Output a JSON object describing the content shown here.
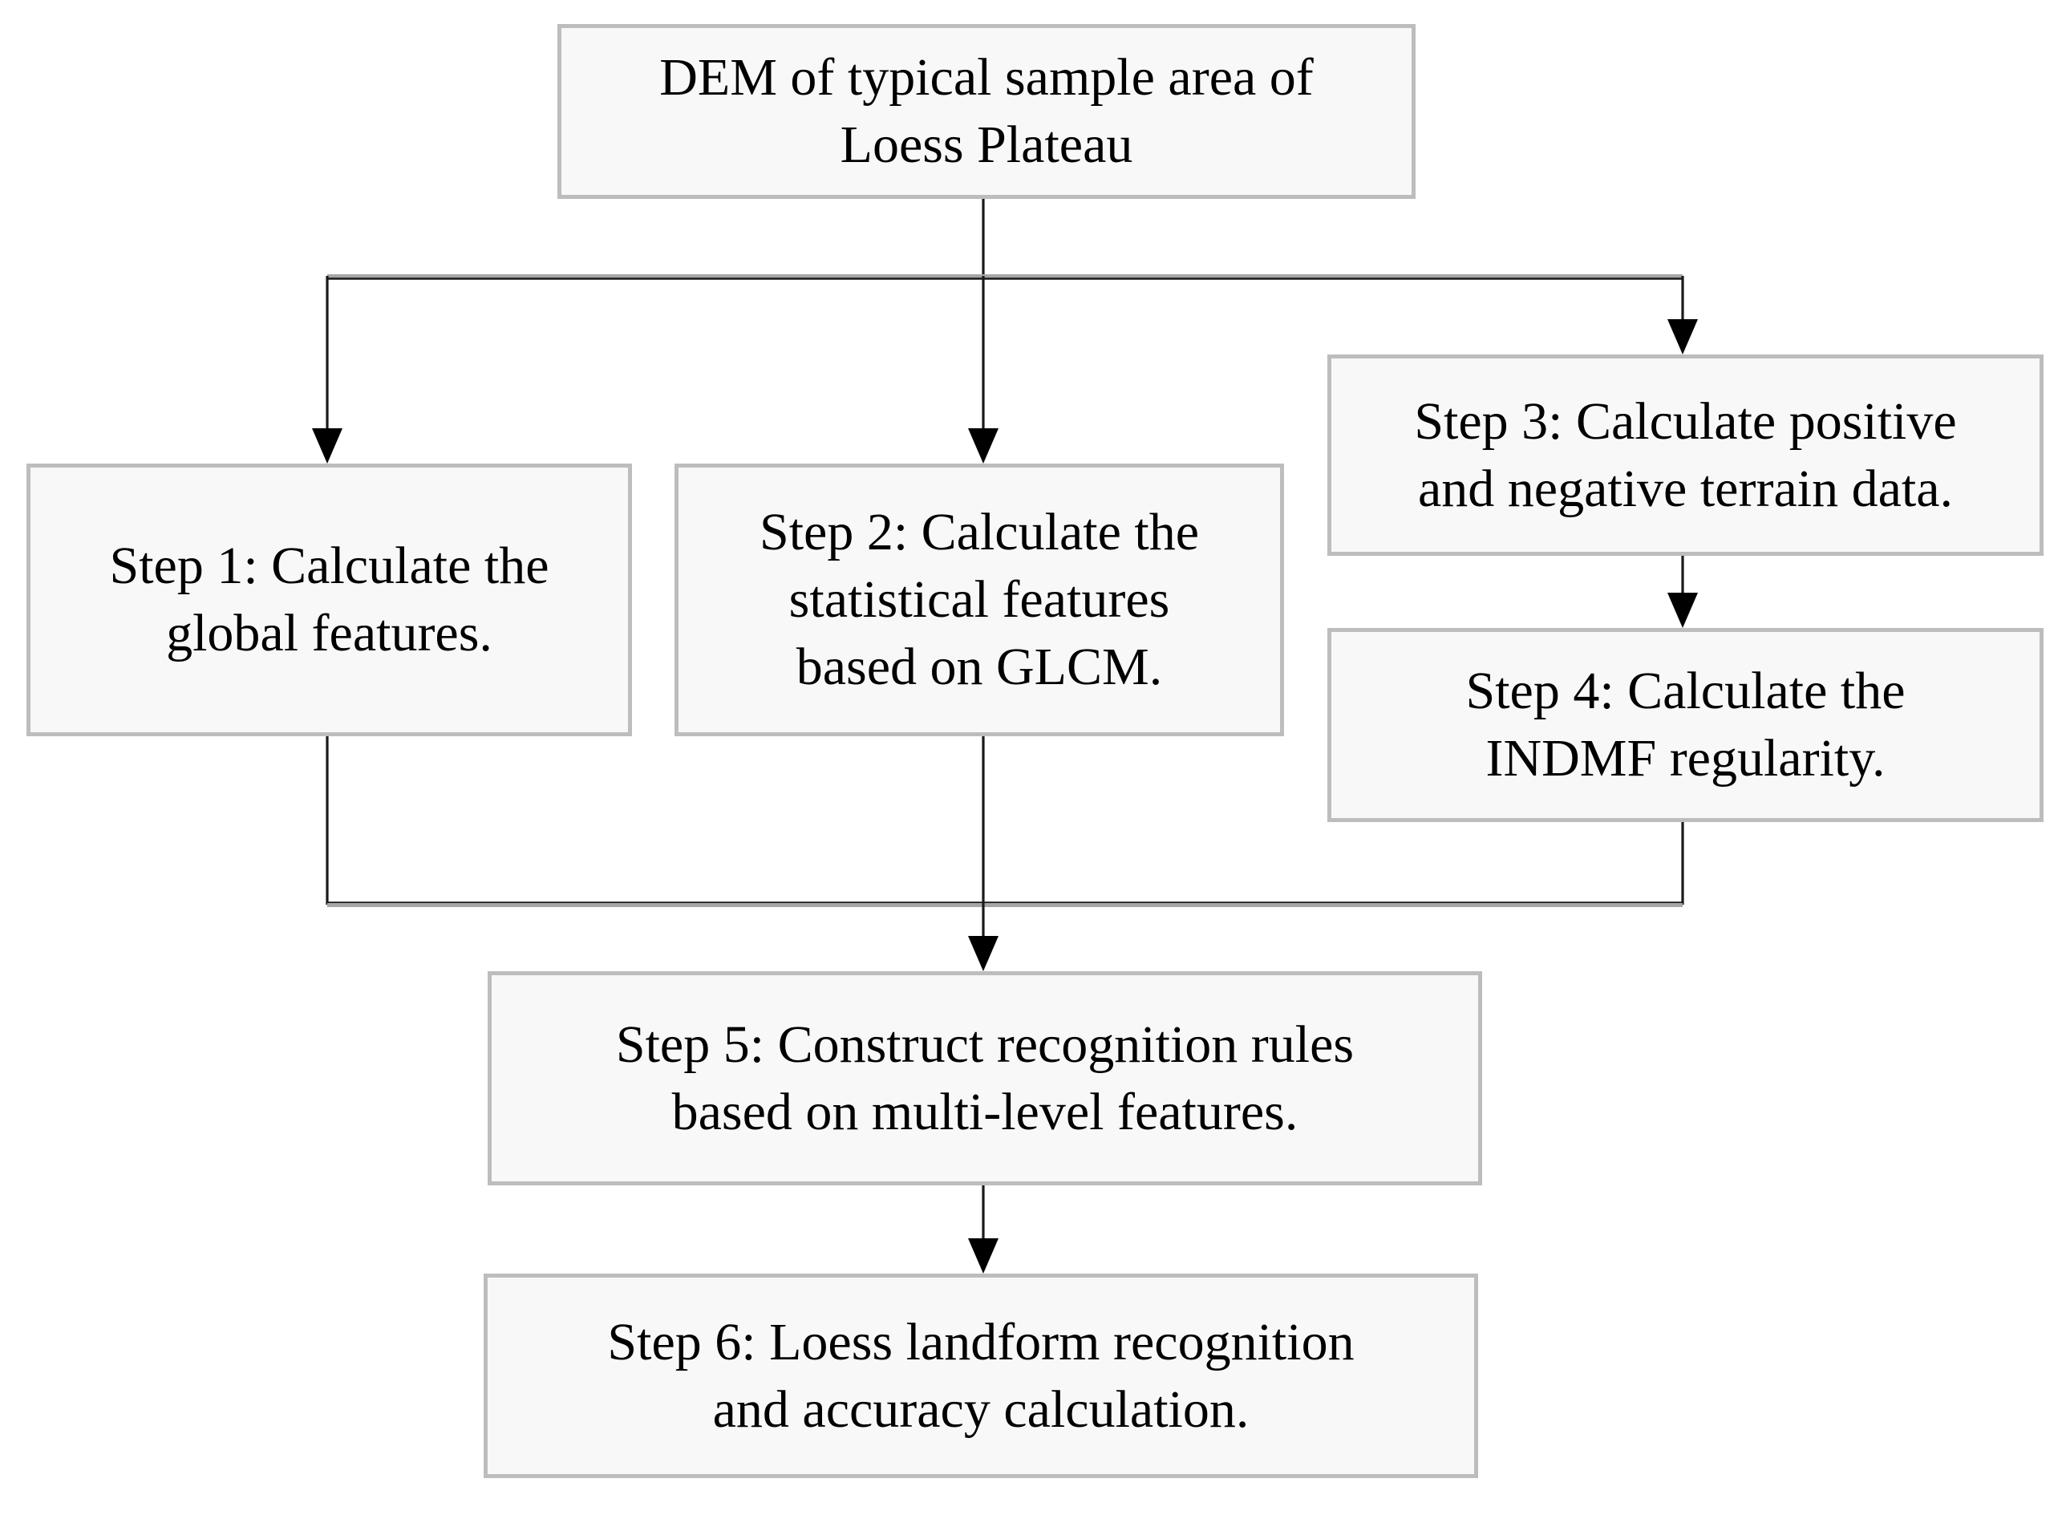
{
  "figure": {
    "type": "flowchart",
    "colors": {
      "background": "#ffffff",
      "node_fill": "#f8f8f8",
      "node_border": "#bdbdbd",
      "connector": "#1a1a1a",
      "arrowhead": "#000000",
      "text": "#000000"
    },
    "nodes": {
      "dem": {
        "label": "DEM of typical sample area of\nLoess Plateau"
      },
      "step1": {
        "label": "Step 1: Calculate the\nglobal features."
      },
      "step2": {
        "label": "Step 2: Calculate the\nstatistical features\nbased on GLCM."
      },
      "step3": {
        "label": "Step 3: Calculate positive\nand negative terrain data."
      },
      "step4": {
        "label": "Step 4: Calculate the\nINDMF regularity."
      },
      "step5": {
        "label": "Step 5: Construct recognition rules\nbased on multi-level features."
      },
      "step6": {
        "label": "Step 6: Loess landform recognition\nand accuracy calculation."
      }
    },
    "edges": [
      {
        "from": "dem",
        "to": "step1"
      },
      {
        "from": "dem",
        "to": "step2"
      },
      {
        "from": "dem",
        "to": "step3"
      },
      {
        "from": "step3",
        "to": "step4"
      },
      {
        "from": "step1",
        "to": "step5"
      },
      {
        "from": "step2",
        "to": "step5"
      },
      {
        "from": "step4",
        "to": "step5"
      },
      {
        "from": "step5",
        "to": "step6"
      }
    ]
  }
}
